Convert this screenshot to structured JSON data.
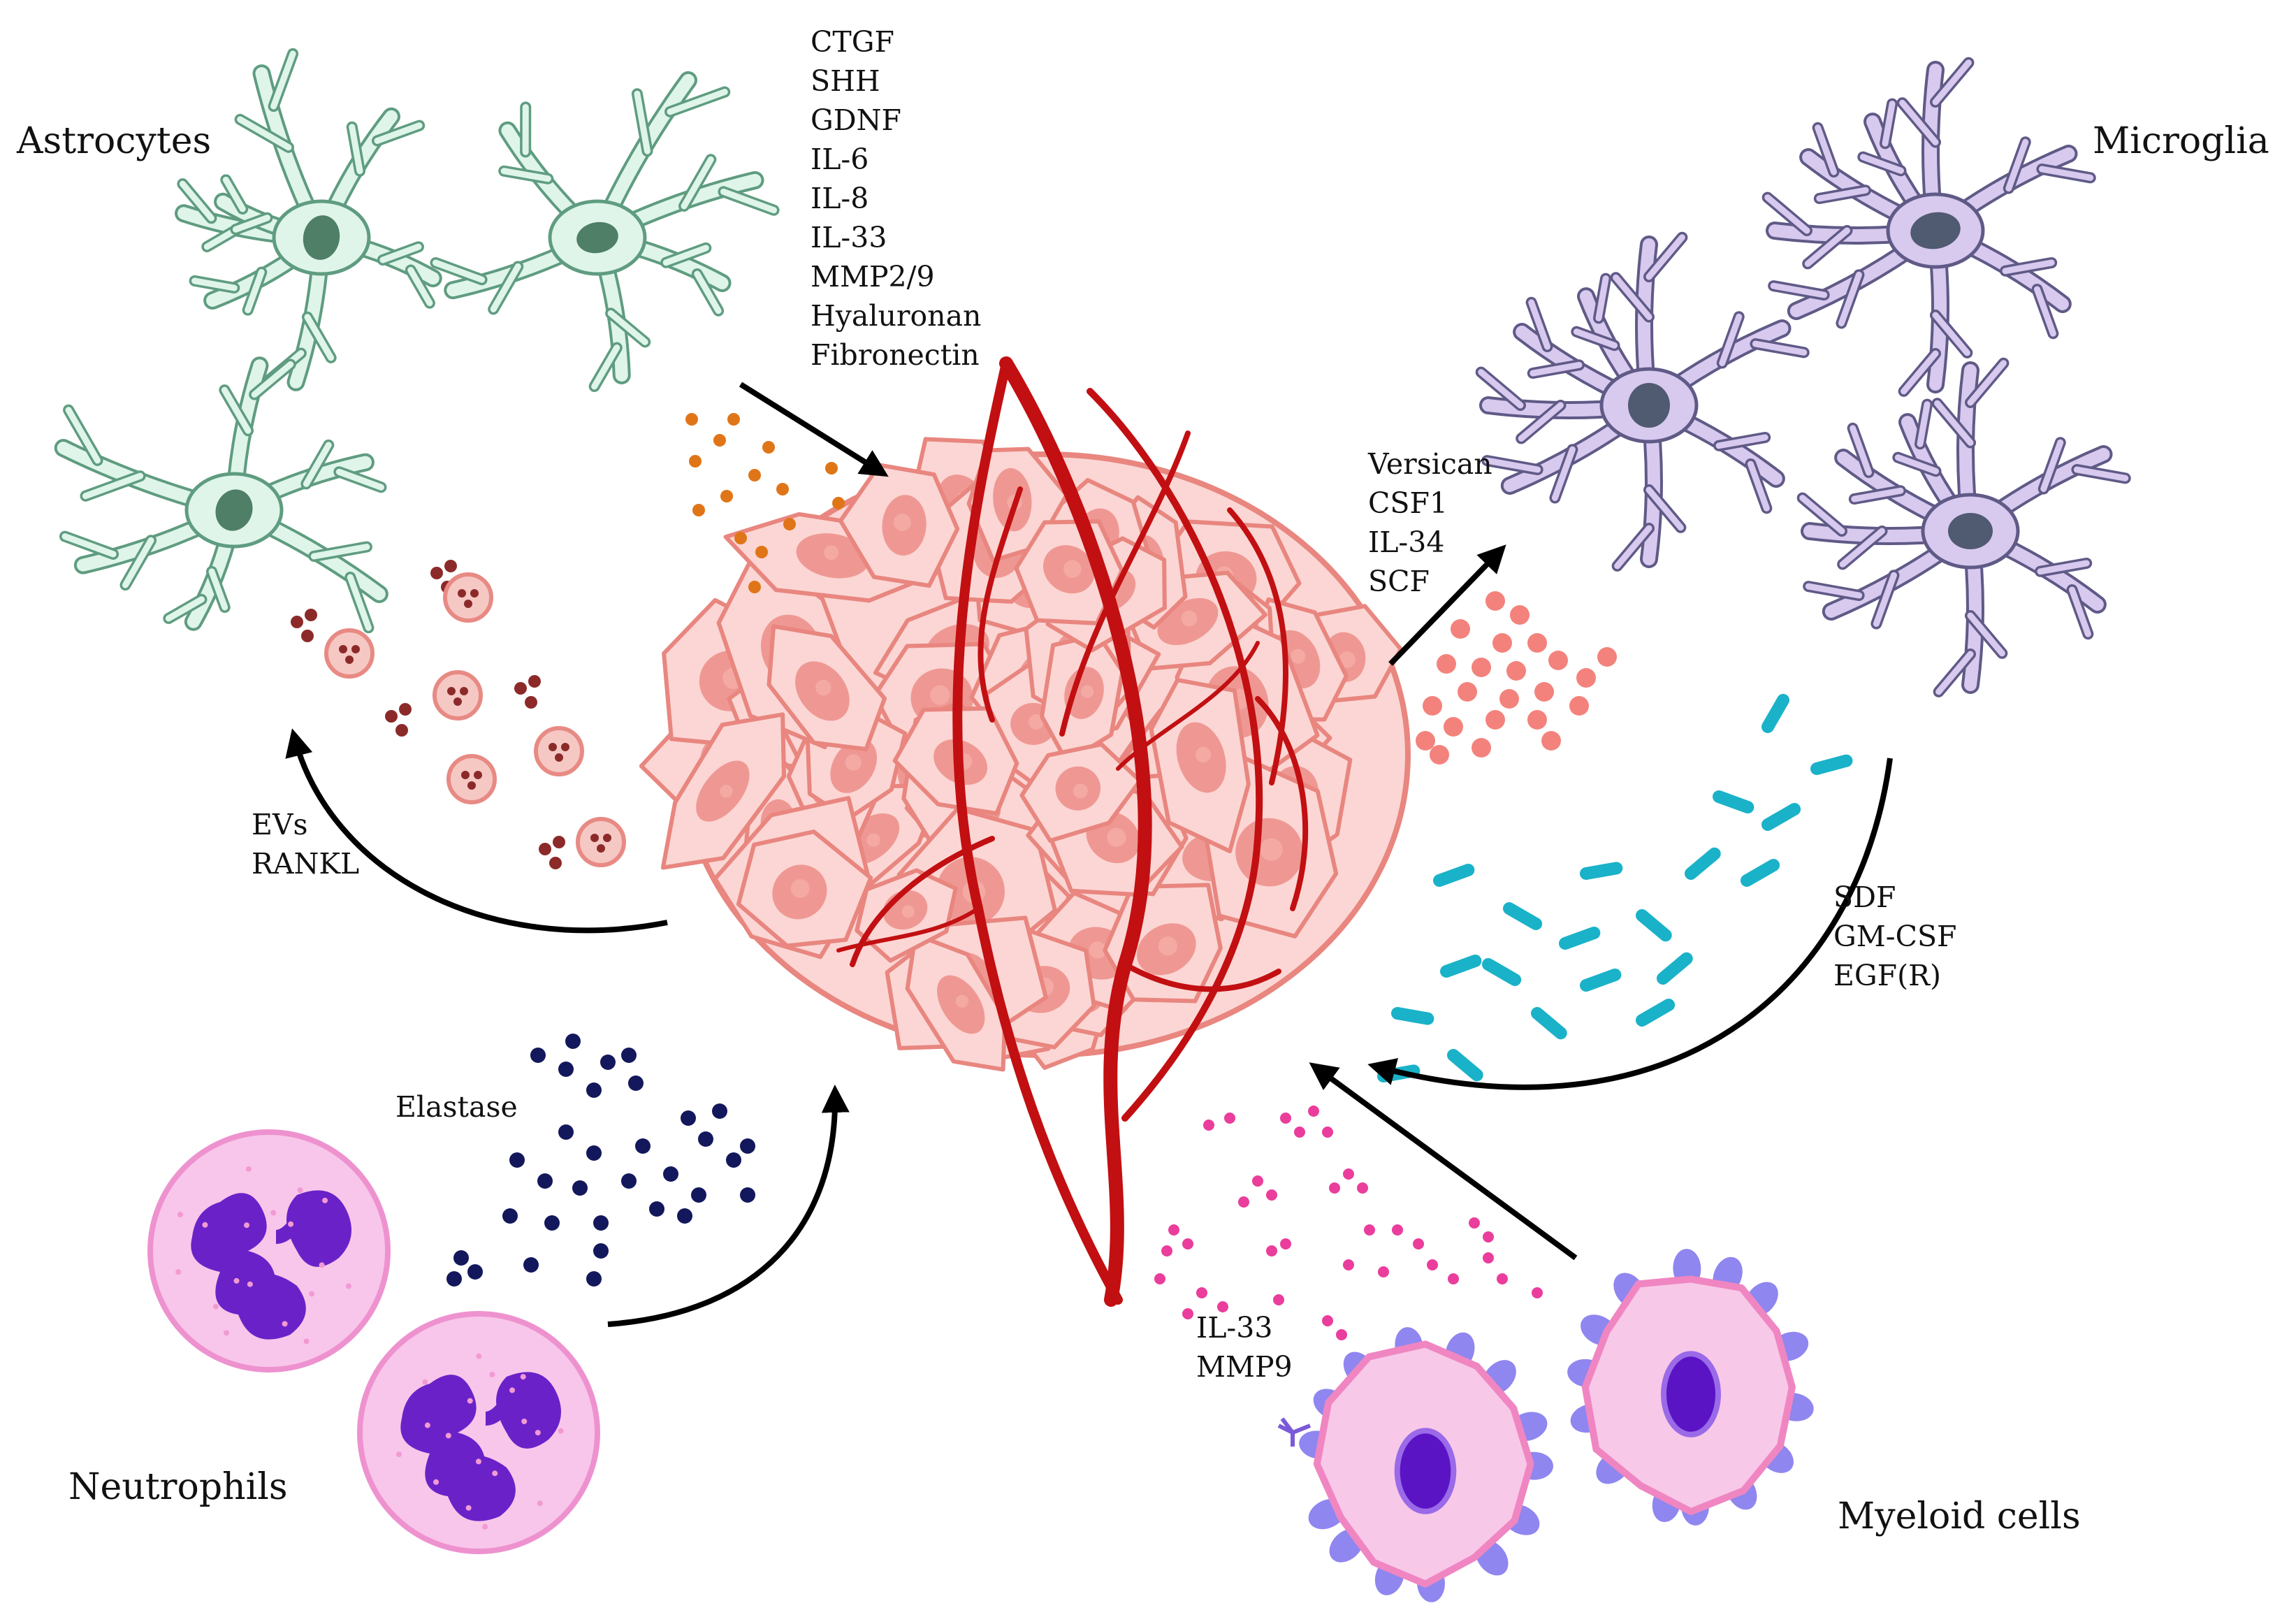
{
  "cells": {
    "astrocytes": "Astrocytes",
    "microglia": "Microglia",
    "neutrophils": "Neutrophils",
    "myeloid": "Myeloid cells"
  },
  "astro_factors": [
    "CTGF",
    "SHH",
    "GDNF",
    "IL-6",
    "IL-8",
    "IL-33",
    "MMP2/9",
    "Hyaluronan",
    "Fibronectin"
  ],
  "tumor_to_astro": [
    "EVs",
    "RANKL"
  ],
  "tumor_to_microglia": [
    "Versican",
    "CSF1",
    "IL-34",
    "SCF"
  ],
  "microglia_factors": [
    "SDF",
    "GM-CSF",
    "EGF(R)"
  ],
  "neutrophil_factor": "Elastase",
  "myeloid_factors": [
    "IL-33",
    "MMP9"
  ],
  "colors": {
    "astrocyte_fill": "#dff5ea",
    "astrocyte_stroke": "#5f9c80",
    "astrocyte_nucleus": "#4f7f66",
    "microglia_fill": "#d8c9ef",
    "microglia_stroke": "#5f5a86",
    "microglia_nucleus": "#505a70",
    "tumor_fill": "#fbd6d4",
    "tumor_stroke": "#e8867f",
    "tumor_nucleus": "#ec8d87",
    "vessel": "#c20f12",
    "orange_dots": "#e07518",
    "salmon_dots": "#f4827c",
    "ev_dots": "#8c2a2a",
    "teal_dashes": "#1ab2c8",
    "navy_dots": "#13185c",
    "pink_dots": "#ea3d9c",
    "neutrophil_fill": "#f8c6ea",
    "neutrophil_nucleus": "#6a22c8",
    "myeloid_fill": "#f8c8e8",
    "myeloid_nucleus": "#5a14c4",
    "myeloid_blebs": "#8f86f0"
  }
}
